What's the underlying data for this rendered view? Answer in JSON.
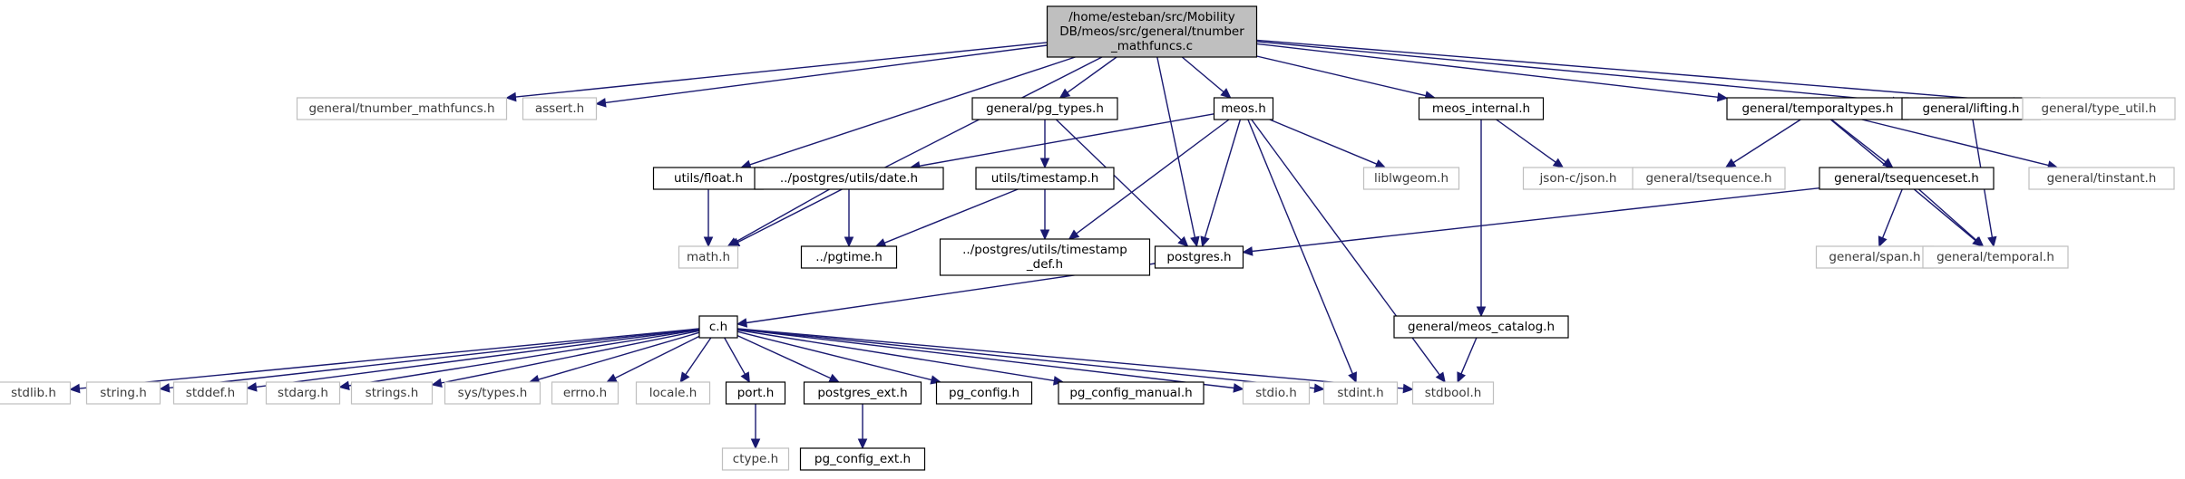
{
  "graph": {
    "root": {
      "label_lines": [
        "/home/esteban/src/Mobility",
        "DB/meos/src/general/tnumber",
        "_mathfuncs.c"
      ]
    },
    "nodes": [
      {
        "id": "tnumber_mathfuncs_h",
        "label_lines": [
          "general/tnumber_mathfuncs.h"
        ],
        "documented": false
      },
      {
        "id": "assert_h",
        "label_lines": [
          "assert.h"
        ],
        "documented": false
      },
      {
        "id": "math_h",
        "label_lines": [
          "math.h"
        ],
        "documented": false
      },
      {
        "id": "utils_float_h",
        "label_lines": [
          "utils/float.h"
        ],
        "documented": true
      },
      {
        "id": "pg_types_h",
        "label_lines": [
          "general/pg_types.h"
        ],
        "documented": true
      },
      {
        "id": "date_h",
        "label_lines": [
          "../postgres/utils/date.h"
        ],
        "documented": true
      },
      {
        "id": "timestamp_h",
        "label_lines": [
          "utils/timestamp.h"
        ],
        "documented": true
      },
      {
        "id": "pgtime_h",
        "label_lines": [
          "../pgtime.h"
        ],
        "documented": true
      },
      {
        "id": "timestamp_def_h",
        "label_lines": [
          "../postgres/utils/timestamp",
          "_def.h"
        ],
        "documented": true
      },
      {
        "id": "meos_h",
        "label_lines": [
          "meos.h"
        ],
        "documented": true
      },
      {
        "id": "postgres_h",
        "label_lines": [
          "postgres.h"
        ],
        "documented": true
      },
      {
        "id": "liblwgeom_h",
        "label_lines": [
          "liblwgeom.h"
        ],
        "documented": false
      },
      {
        "id": "meos_internal_h",
        "label_lines": [
          "meos_internal.h"
        ],
        "documented": true
      },
      {
        "id": "json_h",
        "label_lines": [
          "json-c/json.h"
        ],
        "documented": false
      },
      {
        "id": "meos_catalog_h",
        "label_lines": [
          "general/meos_catalog.h"
        ],
        "documented": true
      },
      {
        "id": "temporaltypes_h",
        "label_lines": [
          "general/temporaltypes.h"
        ],
        "documented": true
      },
      {
        "id": "tsequence_h",
        "label_lines": [
          "general/tsequence.h"
        ],
        "documented": false
      },
      {
        "id": "tsequenceset_h",
        "label_lines": [
          "general/tsequenceset.h"
        ],
        "documented": true
      },
      {
        "id": "tinstant_h",
        "label_lines": [
          "general/tinstant.h"
        ],
        "documented": false
      },
      {
        "id": "span_h",
        "label_lines": [
          "general/span.h"
        ],
        "documented": false
      },
      {
        "id": "temporal_h",
        "label_lines": [
          "general/temporal.h"
        ],
        "documented": false
      },
      {
        "id": "lifting_h",
        "label_lines": [
          "general/lifting.h"
        ],
        "documented": true
      },
      {
        "id": "type_util_h",
        "label_lines": [
          "general/type_util.h"
        ],
        "documented": false
      },
      {
        "id": "c_h",
        "label_lines": [
          "c.h"
        ],
        "documented": true
      },
      {
        "id": "stdlib_h",
        "label_lines": [
          "stdlib.h"
        ],
        "documented": false
      },
      {
        "id": "string_h",
        "label_lines": [
          "string.h"
        ],
        "documented": false
      },
      {
        "id": "stddef_h",
        "label_lines": [
          "stddef.h"
        ],
        "documented": false
      },
      {
        "id": "stdarg_h",
        "label_lines": [
          "stdarg.h"
        ],
        "documented": false
      },
      {
        "id": "strings_h",
        "label_lines": [
          "strings.h"
        ],
        "documented": false
      },
      {
        "id": "sys_types_h",
        "label_lines": [
          "sys/types.h"
        ],
        "documented": false
      },
      {
        "id": "errno_h",
        "label_lines": [
          "errno.h"
        ],
        "documented": false
      },
      {
        "id": "locale_h",
        "label_lines": [
          "locale.h"
        ],
        "documented": false
      },
      {
        "id": "port_h",
        "label_lines": [
          "port.h"
        ],
        "documented": true
      },
      {
        "id": "postgres_ext_h",
        "label_lines": [
          "postgres_ext.h"
        ],
        "documented": true
      },
      {
        "id": "pg_config_h",
        "label_lines": [
          "pg_config.h"
        ],
        "documented": true
      },
      {
        "id": "pg_config_manual_h",
        "label_lines": [
          "pg_config_manual.h"
        ],
        "documented": true
      },
      {
        "id": "stdio_h",
        "label_lines": [
          "stdio.h"
        ],
        "documented": false
      },
      {
        "id": "stdint_h",
        "label_lines": [
          "stdint.h"
        ],
        "documented": false
      },
      {
        "id": "stdbool_h",
        "label_lines": [
          "stdbool.h"
        ],
        "documented": false
      },
      {
        "id": "ctype_h",
        "label_lines": [
          "ctype.h"
        ],
        "documented": false
      },
      {
        "id": "pg_config_ext_h",
        "label_lines": [
          "pg_config_ext.h"
        ],
        "documented": true
      }
    ],
    "edges": [
      [
        "root",
        "tnumber_mathfuncs_h"
      ],
      [
        "root",
        "assert_h"
      ],
      [
        "root",
        "math_h"
      ],
      [
        "root",
        "utils_float_h"
      ],
      [
        "root",
        "pg_types_h"
      ],
      [
        "root",
        "postgres_h"
      ],
      [
        "root",
        "meos_h"
      ],
      [
        "root",
        "meos_internal_h"
      ],
      [
        "root",
        "temporaltypes_h"
      ],
      [
        "root",
        "lifting_h"
      ],
      [
        "root",
        "type_util_h"
      ],
      [
        "utils_float_h",
        "math_h"
      ],
      [
        "pg_types_h",
        "timestamp_h"
      ],
      [
        "pg_types_h",
        "postgres_h"
      ],
      [
        "date_h",
        "math_h"
      ],
      [
        "date_h",
        "pgtime_h"
      ],
      [
        "timestamp_h",
        "pgtime_h"
      ],
      [
        "timestamp_h",
        "timestamp_def_h"
      ],
      [
        "meos_h",
        "date_h"
      ],
      [
        "meos_h",
        "timestamp_def_h"
      ],
      [
        "meos_h",
        "postgres_h"
      ],
      [
        "meos_h",
        "liblwgeom_h"
      ],
      [
        "meos_h",
        "stdint_h"
      ],
      [
        "meos_h",
        "stdbool_h"
      ],
      [
        "meos_internal_h",
        "json_h"
      ],
      [
        "meos_internal_h",
        "meos_catalog_h"
      ],
      [
        "meos_catalog_h",
        "stdbool_h"
      ],
      [
        "temporaltypes_h",
        "tsequence_h"
      ],
      [
        "temporaltypes_h",
        "tsequenceset_h"
      ],
      [
        "temporaltypes_h",
        "tinstant_h"
      ],
      [
        "temporaltypes_h",
        "temporal_h"
      ],
      [
        "tsequenceset_h",
        "postgres_h"
      ],
      [
        "tsequenceset_h",
        "span_h"
      ],
      [
        "tsequenceset_h",
        "temporal_h"
      ],
      [
        "lifting_h",
        "temporal_h"
      ],
      [
        "postgres_h",
        "c_h"
      ],
      [
        "c_h",
        "stdlib_h"
      ],
      [
        "c_h",
        "string_h"
      ],
      [
        "c_h",
        "stddef_h"
      ],
      [
        "c_h",
        "stdarg_h"
      ],
      [
        "c_h",
        "strings_h"
      ],
      [
        "c_h",
        "sys_types_h"
      ],
      [
        "c_h",
        "errno_h"
      ],
      [
        "c_h",
        "locale_h"
      ],
      [
        "c_h",
        "port_h"
      ],
      [
        "c_h",
        "postgres_ext_h"
      ],
      [
        "c_h",
        "pg_config_h"
      ],
      [
        "c_h",
        "pg_config_manual_h"
      ],
      [
        "c_h",
        "stdio_h"
      ],
      [
        "c_h",
        "stdint_h"
      ],
      [
        "c_h",
        "stdbool_h"
      ],
      [
        "port_h",
        "ctype_h"
      ],
      [
        "postgres_ext_h",
        "pg_config_ext_h"
      ]
    ]
  },
  "colors": {
    "edge": "#191970",
    "root_fill": "#bfbfbf",
    "documented_border": "#000000",
    "undocumented_border": "#bfbfbf"
  }
}
